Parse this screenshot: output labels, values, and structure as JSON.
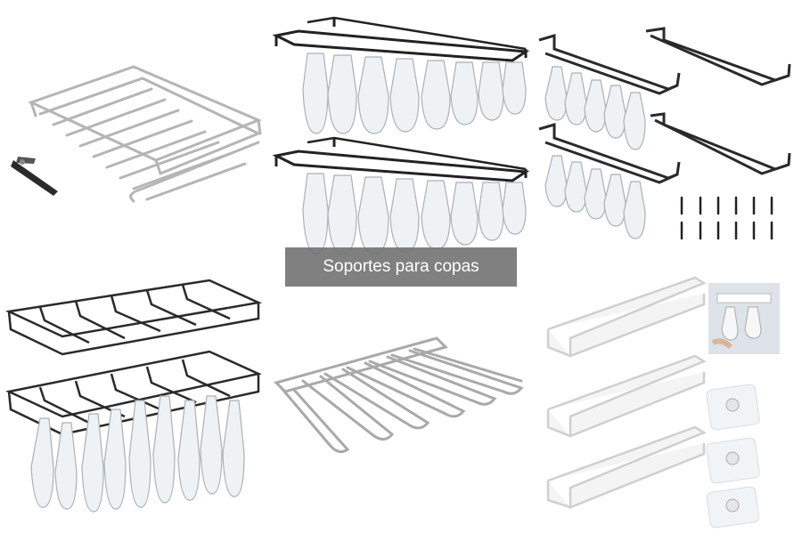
{
  "caption": {
    "text": "Soportes para copas"
  },
  "tiles": [
    {
      "id": "chrome-rack-with-corkscrew",
      "icon": "rack-icon"
    },
    {
      "id": "black-rack-with-glasses",
      "icon": "rack-icon"
    },
    {
      "id": "black-rails-with-screws",
      "icon": "rack-icon"
    },
    {
      "id": "black-wire-racks-with-glasses",
      "icon": "rack-icon"
    },
    {
      "id": "chrome-wire-rack",
      "icon": "rack-icon"
    },
    {
      "id": "white-rails-with-adhesive-hooks",
      "icon": "rack-icon"
    }
  ],
  "colors": {
    "chrome": "#b9b9b9",
    "black": "#2a2a2a",
    "white_rack": "#dcdcdc",
    "caption_bg": "#6e6e6e"
  }
}
